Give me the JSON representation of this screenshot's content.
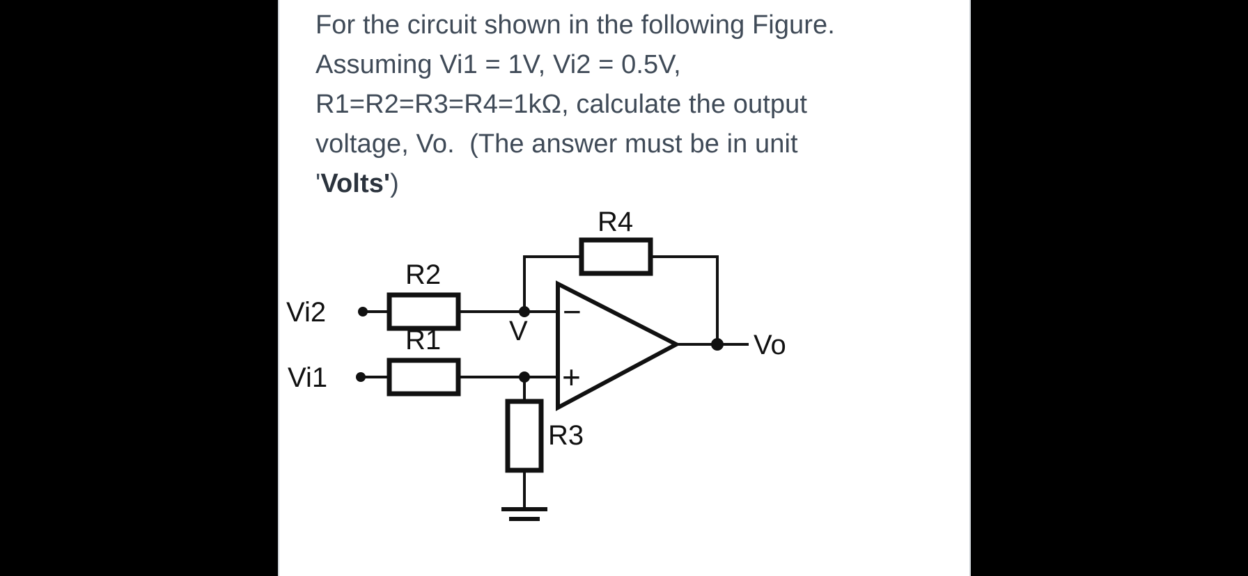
{
  "page": {
    "background_color": "#000000",
    "card_background": "#ffffff",
    "card_border_color": "#cfd4d9",
    "text_color": "#3f4a57"
  },
  "question": {
    "part1": "For the circuit shown in the following Figure. Assuming Vi1 = 1V, Vi2 = 0.5V, R1=R2=R3=R4=1kΩ, calculate the output voltage, Vo.  (The answer must be in unit '",
    "bold": "Volts'",
    "part2": ")",
    "full_text": "For the circuit shown in the following Figure. Assuming Vi1 = 1V, Vi2 = 0.5V, R1=R2=R3=R4=1kΩ, calculate the output voltage, Vo.  (The answer must be in unit 'Volts')"
  },
  "circuit": {
    "title": "op-amp-difference-amplifier",
    "stroke_color": "#000000",
    "labels": {
      "vi1": "Vi1",
      "vi2": "Vi2",
      "vo": "Vo",
      "v_node": "V",
      "r1": "R1",
      "r2": "R2",
      "r3": "R3",
      "r4": "R4",
      "inverting_input": "−",
      "noninverting_input": "+"
    },
    "values": {
      "vi1": "1V",
      "vi2": "0.5V",
      "r1": "1kΩ",
      "r2": "1kΩ",
      "r3": "1kΩ",
      "r4": "1kΩ"
    }
  }
}
